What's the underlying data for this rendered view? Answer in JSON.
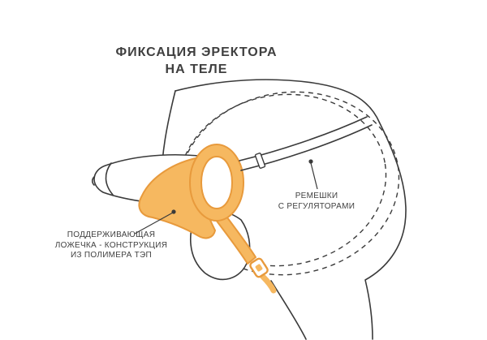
{
  "title": {
    "text": "ФИКСАЦИЯ ЭРЕКТОРА\nНА ТЕЛЕ"
  },
  "labels": {
    "straps": {
      "text": "РЕМЕШКИ\nС РЕГУЛЯТОРАМИ"
    },
    "spoon": {
      "text": "ПОДДЕРЖИВАЮЩАЯ\nЛОЖЕЧКА - КОНСТРУКЦИЯ\nИЗ ПОЛИМЕРА ТЭП"
    }
  },
  "colors": {
    "line": "#3a3a3a",
    "accent_fill": "#f6b860",
    "accent_stroke": "#e89a3c",
    "text": "#3f3f3f",
    "background": "#ffffff"
  },
  "illustration": {
    "parts": [
      "body-outline",
      "hip-strap-dashed",
      "waist-strap-front",
      "harness-ring",
      "support-spoon",
      "crotch-strap",
      "strap-buckle"
    ]
  }
}
